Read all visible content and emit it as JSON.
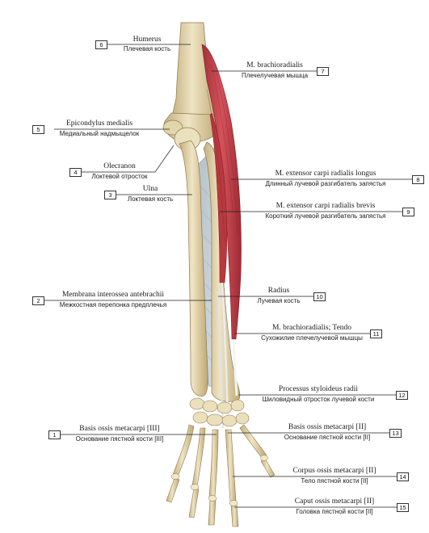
{
  "labels": [
    {
      "id": "1",
      "number": "1",
      "latin": "Basis ossis metacarpi [III]",
      "russian": "Основание пястной кости [III]"
    },
    {
      "id": "2",
      "number": "2",
      "latin": "Membrana interossea antebrachii",
      "russian": "Межкостная перепонка предплечья"
    },
    {
      "id": "3",
      "number": "3",
      "latin": "Ulna",
      "russian": "Локтевая кость"
    },
    {
      "id": "4",
      "number": "4",
      "latin": "Olecranon",
      "russian": "Локтевой отросток"
    },
    {
      "id": "5",
      "number": "5",
      "latin": "Epicondylus medialis",
      "russian": "Медиальный надмыщелок"
    },
    {
      "id": "6",
      "number": "6",
      "latin": "Humerus",
      "russian": "Плечевая кость"
    },
    {
      "id": "7",
      "number": "7",
      "latin": "M. brachioradialis",
      "russian": "Плечелучевая мышца"
    },
    {
      "id": "8",
      "number": "8",
      "latin": "M. extensor carpi radialis longus",
      "russian": "Длинный лучевой разгибатель запястья"
    },
    {
      "id": "9",
      "number": "9",
      "latin": "M. extensor carpi radialis brevis",
      "russian": "Короткий лучевой разгибатель запястья"
    },
    {
      "id": "10",
      "number": "10",
      "latin": "Radius",
      "russian": "Лучевая кость"
    },
    {
      "id": "11",
      "number": "11",
      "latin": "M. brachioradialis; Tendo",
      "russian": "Сухожилие плечелучевой мышцы"
    },
    {
      "id": "12",
      "number": "12",
      "latin": "Processus styloideus radii",
      "russian": "Шиловидный отросток лучевой кости"
    },
    {
      "id": "13",
      "number": "13",
      "latin": "Basis ossis metacarpi [II]",
      "russian": "Основание пястной кости [II]"
    },
    {
      "id": "14",
      "number": "14",
      "latin": "Corpus ossis metacarpi [II]",
      "russian": "Тело пястной кости [II]"
    },
    {
      "id": "15",
      "number": "15",
      "latin": "Caput ossis metacarpi [II]",
      "russian": "Головка пястной кости [II]"
    }
  ],
  "colors": {
    "bone": "#e8dcb8",
    "bone_shade": "#c9b68a",
    "muscle": "#c8414a",
    "muscle_dark": "#9e2a33",
    "membrane": "#c7d0d6",
    "tendon": "#e9ecef",
    "line": "#222222"
  }
}
